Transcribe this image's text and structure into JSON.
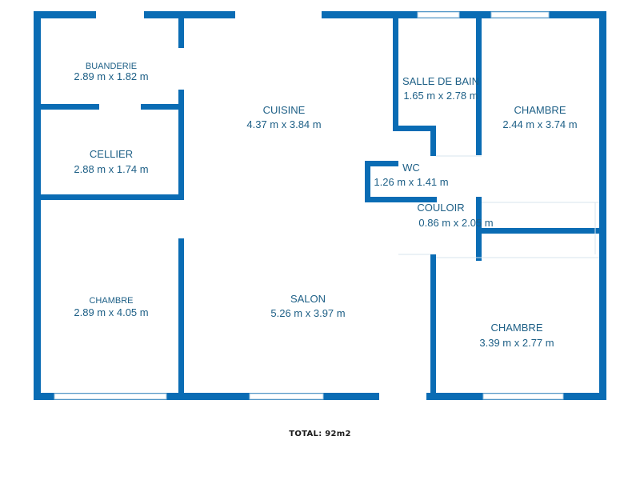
{
  "colors": {
    "wall": "#0a6cb4",
    "text": "#1d5f86",
    "window": "#cfe3f1"
  },
  "rooms": [
    {
      "name": "BUANDERIE",
      "dims": "2.89 m x 1.82 m"
    },
    {
      "name": "CELLIER",
      "dims": "2.88 m x 1.74 m"
    },
    {
      "name": "CHAMBRE",
      "dims": "2.89 m x 4.05 m"
    },
    {
      "name": "CUISINE",
      "dims": "4.37 m x 3.84 m"
    },
    {
      "name": "SALON",
      "dims": "5.26 m x 3.97 m"
    },
    {
      "name": "SALLE DE BAIN",
      "dims": "1.65 m x 2.78 m"
    },
    {
      "name": "WC",
      "dims": "1.26 m x 1.41 m"
    },
    {
      "name": "COULOIR",
      "dims": "0.86 m x 2.05 m"
    },
    {
      "name": "CHAMBRE",
      "dims": "2.44 m x 3.74 m"
    },
    {
      "name": "CHAMBRE",
      "dims": "3.39 m x 2.77 m"
    }
  ],
  "total": "TOTAL: 92m2"
}
